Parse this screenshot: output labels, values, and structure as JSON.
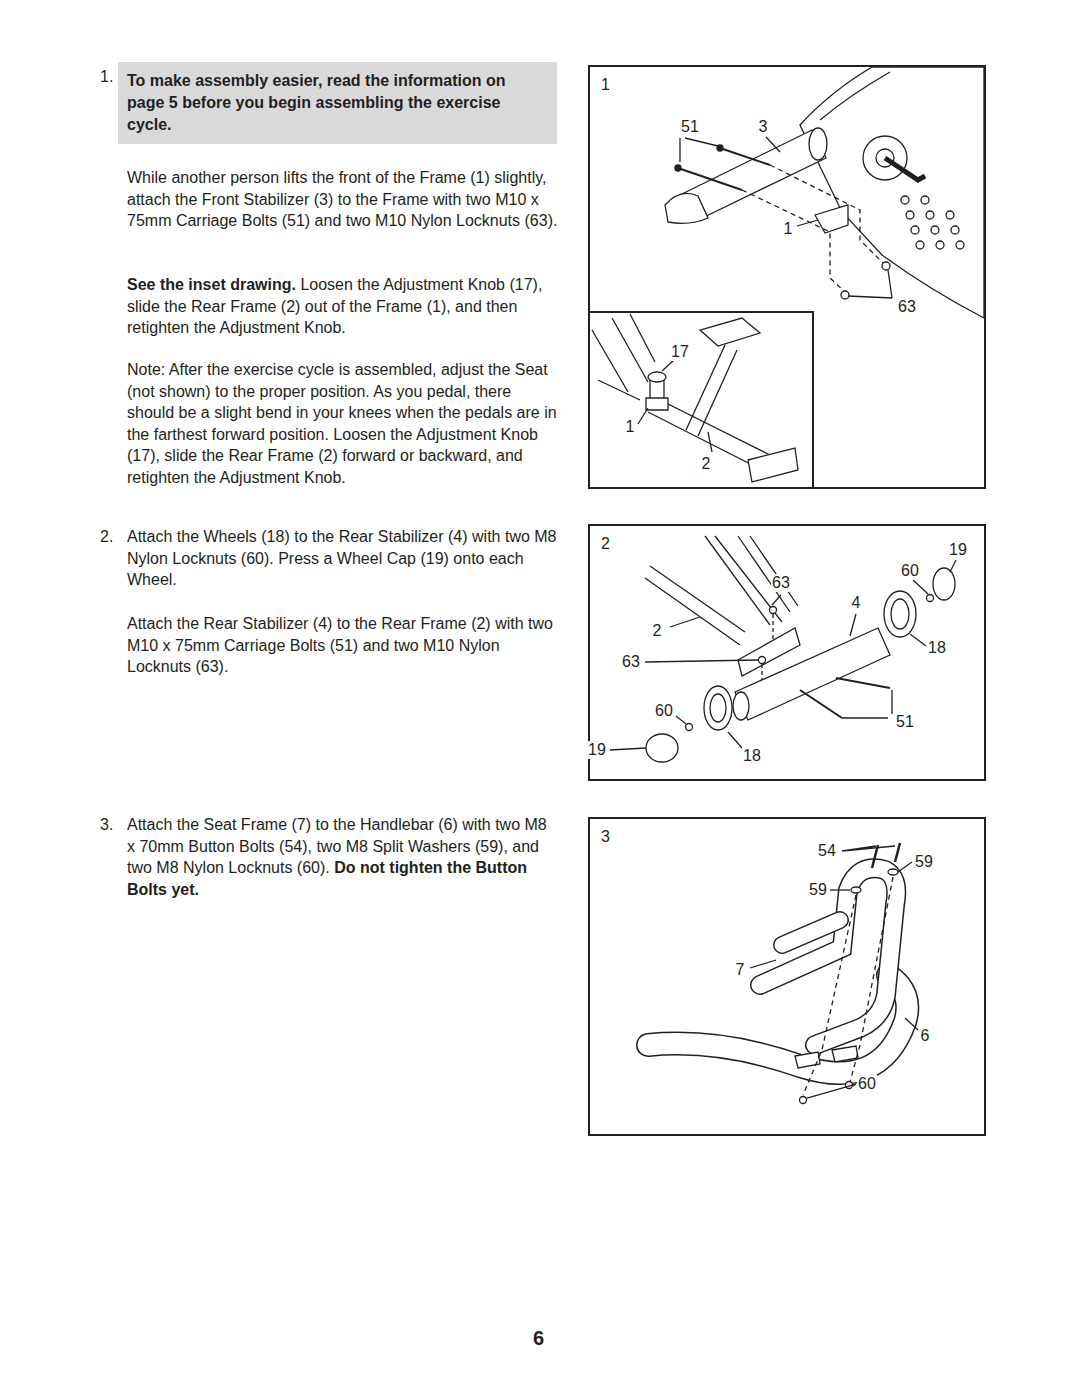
{
  "diagram": {
    "nodes": [
      {
        "text": [
          "To make assembly easier, read the information on page 5 before you begin assembling the exercise cycle."
        ]
      },
      {
        "text": [
          "1"
        ]
      },
      {
        "text": [
          "2"
        ]
      },
      {
        "text": [
          "3"
        ]
      }
    ],
    "labels": [
      "1.",
      "While another person lifts the front of the Frame (1) slightly, attach the Front Stabilizer (3) to the Frame with two M10 x 75mm Carriage Bolts (51) and two M10 Nylon Locknuts (63).",
      "See the inset drawing.",
      "Loosen the Adjustment Knob (17), slide the Rear Frame (2) out of the Frame (1), and then retighten the Adjustment Knob.",
      "Note: After the exercise cycle is assembled, adjust the Seat (not shown) to the proper position. As you pedal, there should be a slight bend in your knees when the pedals are in the farthest forward position. Loosen the Adjustment Knob (17), slide the Rear Frame (2) forward or backward, and retighten the Adjustment Knob.",
      "2.",
      "Attach the Wheels (18) to the Rear Stabilizer (4) with two M8 Nylon Locknuts (60). Press a Wheel Cap (19) onto each Wheel.",
      "Attach the Rear Stabilizer (4) to the Rear Frame (2) with two M10 x 75mm Carriage Bolts (51) and two M10 Nylon Locknuts (63).",
      "3.",
      "Attach the Seat Frame (7) to the Handlebar (6) with two M8 x 70mm Button Bolts (54), two M8 Split Washers (59), and two M8 Nylon Locknuts (60).",
      "Do not tighten the Button Bolts yet.",
      "6",
      "51",
      "3",
      "1",
      "63",
      "17",
      "1",
      "2",
      "19",
      "60",
      "63",
      "4",
      "2",
      "18",
      "63",
      "60",
      "51",
      "19",
      "18",
      "54",
      "59",
      "59",
      "7",
      "6",
      "60"
    ]
  }
}
